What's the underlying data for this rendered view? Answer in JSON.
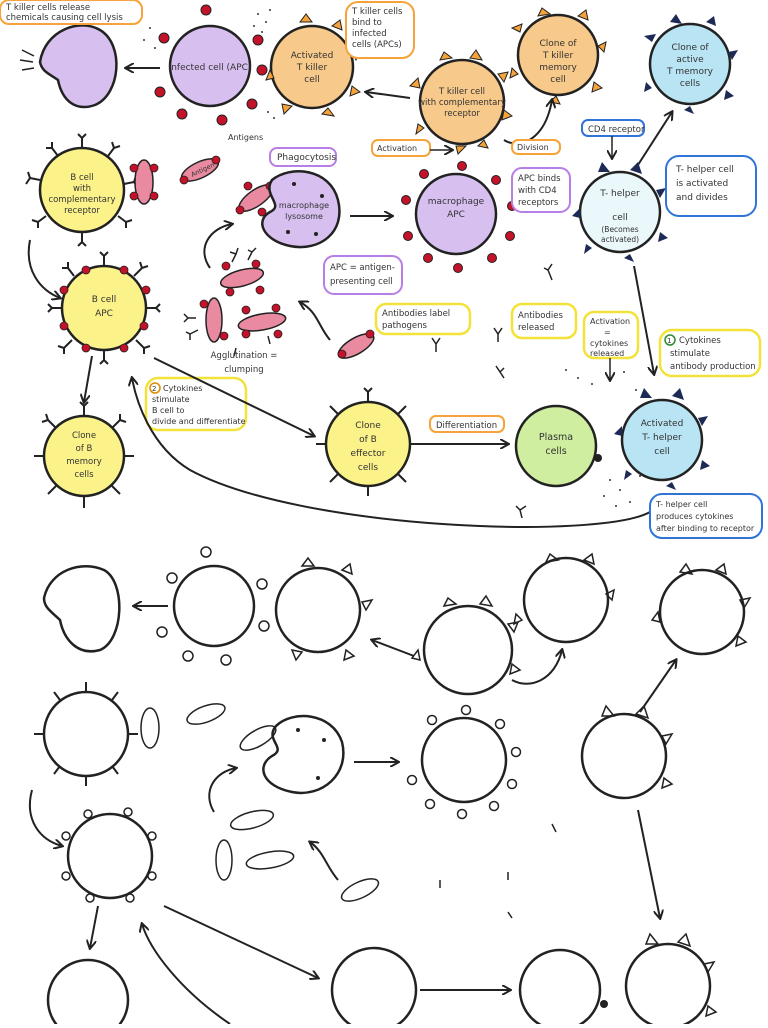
{
  "colors": {
    "tkiller_orange": "#f7c98b",
    "purple": "#d7bff0",
    "blue": "#b9e4f4",
    "yellow": "#fbf28a",
    "green": "#cfeea0",
    "tag_orange": "#f5a33a",
    "tag_purple": "#b67ee6",
    "tag_blue": "#2f74d6",
    "tag_yellow": "#f2e23a",
    "dark_navy": "#1d2a55",
    "antigen_pink": "#e98aa0",
    "red": "#c4122a"
  },
  "top": {
    "lysed_cell_note": "T killer cells release chemicals causing cell lysis",
    "infected_cell": "Infected cell (APC)",
    "antigens_label": "Antigens",
    "antigen_label": "Antigen",
    "activated_t_killer": "Activated T killer cell",
    "bind_note": "T killer cells bind to infected cells (APCs)",
    "t_killer_receptor": "T killer cell with complementary receptor",
    "clone_memory_killer": "Clone of T killer memory cell",
    "clone_active_memory": "Clone of active T memory cells",
    "activation_tag": "Activation",
    "division_tag": "Division",
    "cd4_tag": "CD4 receptor",
    "b_cell": "B cell with complementary receptor",
    "phagocytosis_tag": "Phagocytosis",
    "macrophage_lysosome": "macrophage lysosome",
    "macrophage_apc": "macrophage APC",
    "apc_binds_tag": "APC binds with CD4 receptors",
    "t_helper_label": "T- helper cell",
    "t_helper_sub": "(Becomes activated)",
    "t_helper_divides_tag": "T- helper cell is activated and divides",
    "b_apc": "B cell APC",
    "apc_def_tag": "APC = antigen- presenting cell",
    "antibodies_label_tag": "Antibodies label pathogens",
    "antibodies_released_tag": "Antibodies released",
    "activation_cytokines_tag": "Activation = cytokines released",
    "cytokines_antibody_tag": "1 Cytokines stimulate antibody production",
    "agglutination_label": "Agglutination = clumping",
    "cytokines_bcell_tag": "2 Cytokines stimulate B cell to divide and differentiate",
    "clone_b_memory": "Clone of B memory cells",
    "clone_b_effector": "Clone of B effector cells",
    "differentiation_tag": "Differentiation",
    "plasma_cells": "Plasma cells",
    "activated_t_helper": "Activated T- helper cell",
    "t_helper_produces_tag": "T- helper cell produces cytokines after binding to receptor"
  }
}
